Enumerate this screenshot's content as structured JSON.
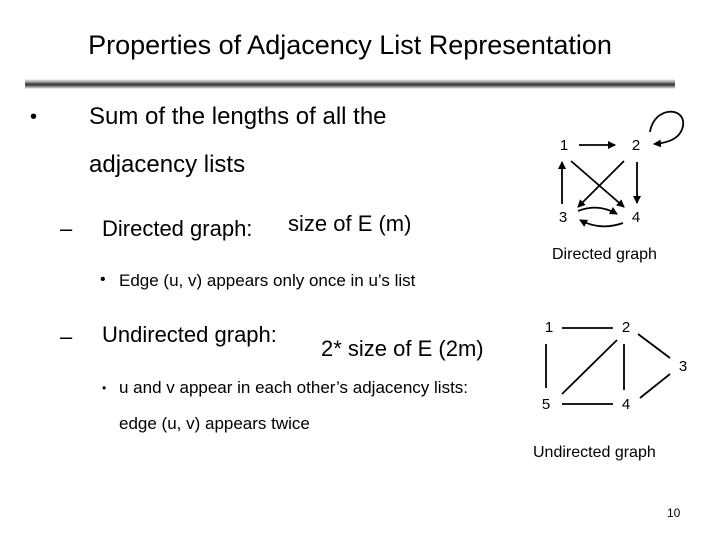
{
  "title": "Properties of Adjacency List Representation",
  "bullet1": {
    "marker": "•",
    "line1": "Sum of the lengths of all the",
    "line2": "adjacency lists"
  },
  "directed": {
    "dash": "–",
    "label": "Directed graph:",
    "size": "size of E (m)",
    "sub_marker": "•",
    "sub_text": "Edge (u, v) appears only once in u’s list"
  },
  "undirected": {
    "dash": "–",
    "label": "Undirected graph:",
    "size": "2* size of E (2m)",
    "sub_marker": "•",
    "sub_line1": "u and v appear in each other’s adjacency lists:",
    "sub_line2": "edge (u, v) appears twice"
  },
  "directed_graph": {
    "caption": "Directed graph",
    "nodes": [
      "1",
      "2",
      "3",
      "4"
    ]
  },
  "undirected_graph": {
    "caption": "Undirected graph",
    "nodes": [
      "1",
      "2",
      "3",
      "4",
      "5"
    ]
  },
  "page_number": "10"
}
